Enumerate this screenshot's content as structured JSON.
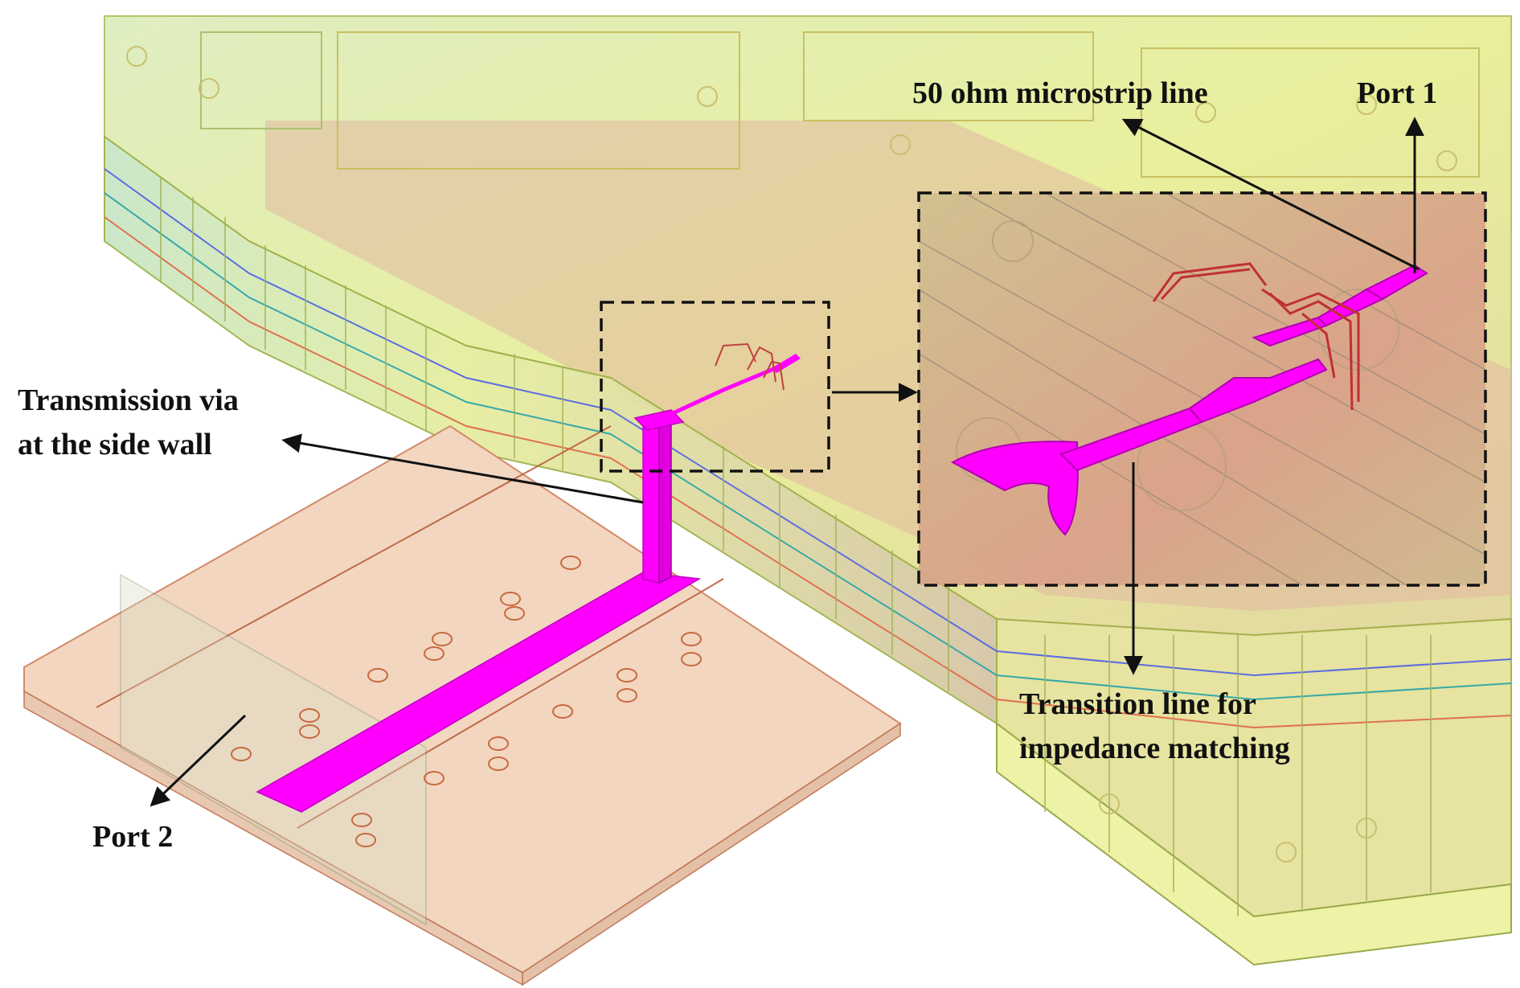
{
  "figure": {
    "labels": {
      "microstrip": "50 ohm microstrip line",
      "port1": "Port 1",
      "via_line1": "Transmission via",
      "via_line2": "at the side wall",
      "transition_line1": "Transition line for",
      "transition_line2": "impedance matching",
      "port2": "Port 2"
    },
    "colors": {
      "trace": "#ff00ff",
      "board": "#f0c8a8",
      "housing_yellow": "#e6ef9a",
      "housing_tan": "#d8b89a",
      "via_outline": "#d2693c",
      "callout_box": "#111111"
    },
    "icons": [
      "arrow-icon"
    ]
  }
}
